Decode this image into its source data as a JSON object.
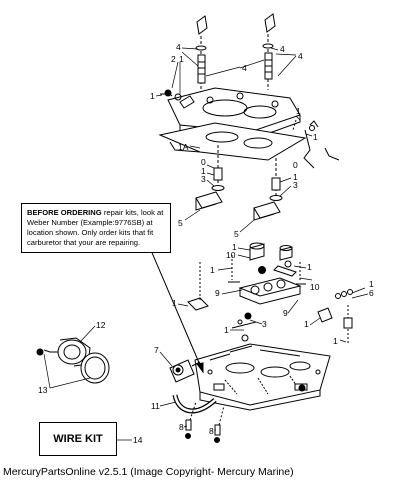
{
  "note": {
    "lead": "BEFORE ORDERING",
    "text": "repair kits, look at Weber Number (Example:9776SB) at location shown. Only order kits that fit carburetor that your are repairing."
  },
  "wire_kit": {
    "label": "WIRE KIT",
    "callout": "14"
  },
  "caption": "MercuryPartsOnline v2.5.1 (Image Copyright- Mercury Marine)",
  "callouts": {
    "c4a": "4",
    "c4b": "4",
    "c4c": "4",
    "c4d": "4",
    "c1a": "1",
    "c1b": "1",
    "c1c": "1",
    "c1d": "1",
    "c1e": "1",
    "c1f": "1",
    "c1g": "1",
    "c1h": "1",
    "c1i": "1",
    "c1j": "1",
    "c1k": "1",
    "c1l": "1",
    "c1m": "1",
    "c1n": "1",
    "c2": "2",
    "c3": "3",
    "c3b": "3",
    "c3c": "3",
    "c1A": "1A",
    "c0a": "0",
    "c0b": "0",
    "c5a": "5",
    "c5b": "5",
    "c10a": "10",
    "c10b": "10",
    "c6": "6",
    "c9a": "9",
    "c9b": "9",
    "c12": "12",
    "c13": "13",
    "c7": "7",
    "c11": "11",
    "c8a": "8",
    "c8b": "8"
  }
}
